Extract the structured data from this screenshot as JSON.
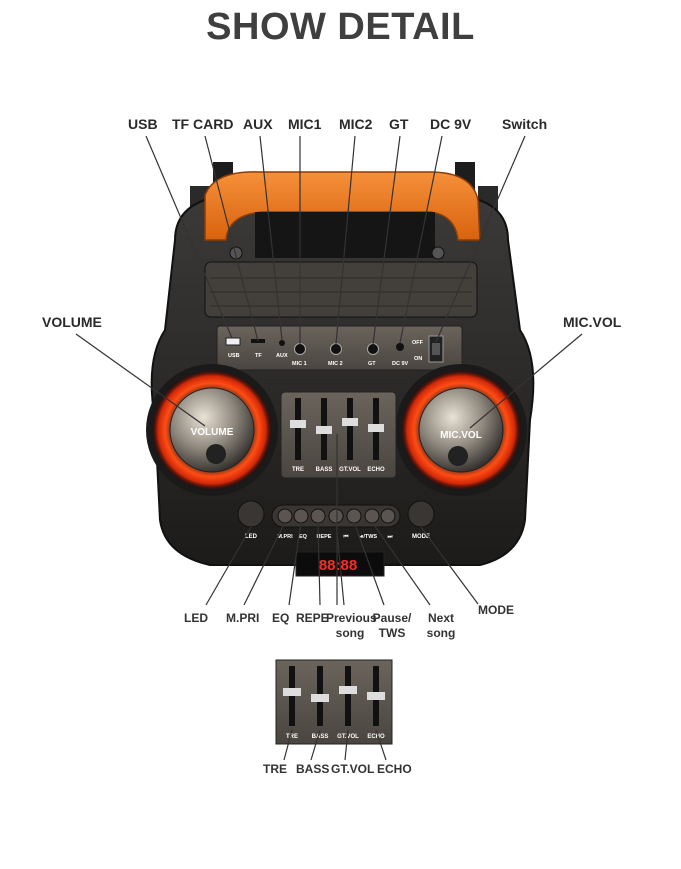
{
  "page": {
    "title": "SHOW DETAIL"
  },
  "top_callouts": [
    "USB",
    "TF CARD",
    "AUX",
    "MIC1",
    "MIC2",
    "GT",
    "DC 9V",
    "Switch"
  ],
  "side_callouts": {
    "left": "VOLUME",
    "right": "MIC.VOL"
  },
  "bottom_callouts": {
    "led": "LED",
    "mpri": "M.PRI",
    "eq": "EQ",
    "repe": "REPE",
    "previous": [
      "Previous",
      "song"
    ],
    "pause": [
      "Pause/",
      "TWS"
    ],
    "next": [
      "Next",
      "song"
    ],
    "mode": "MODE"
  },
  "detail_callouts": [
    "TRE",
    "BASS",
    "GT.VOL",
    "ECHO"
  ],
  "panel_labels": {
    "ports": [
      "USB",
      "TF",
      "AUX",
      "MIC 1",
      "MIC 2",
      "GT",
      "DC 9V"
    ],
    "switch_off": "OFF",
    "switch_on": "ON",
    "knob_left": "VOLUME",
    "knob_right": "MIC.VOL",
    "sliders": [
      "TRE",
      "BASS",
      "GT.VOL",
      "ECHO"
    ],
    "buttons": [
      "LED",
      "M.PRI",
      "EQ",
      "REPE",
      "⏮",
      "⏯/TWS",
      "⏭",
      "MODE"
    ],
    "display": "88:88"
  },
  "colors": {
    "accent_orange": "#f0791f",
    "ring_red": "#ff3b1a",
    "body_dark": "#2a2a2a",
    "panel": "#5a5550"
  }
}
